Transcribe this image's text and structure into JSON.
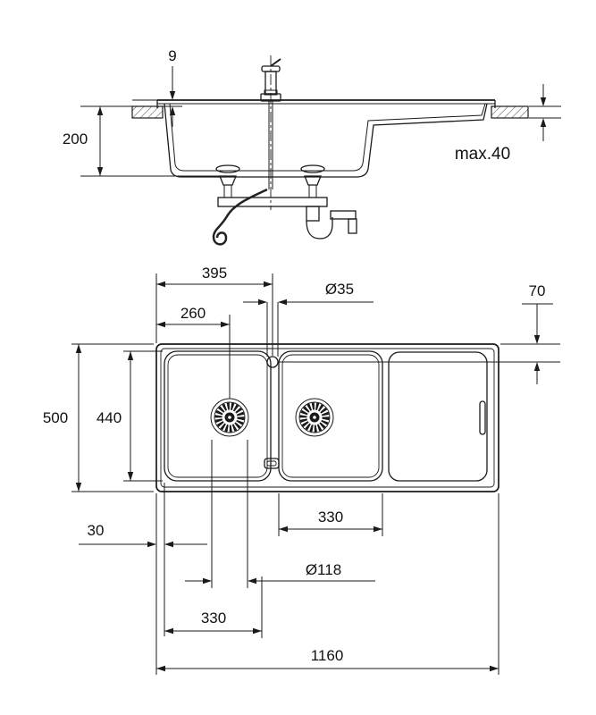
{
  "drawing": {
    "section_view": {
      "dim_rim_height": "9",
      "dim_install_depth": "200",
      "dim_counter_thickness": "max.40"
    },
    "plan_view": {
      "dim_faucet_from_left": "395",
      "dim_faucet_hole_diameter": "Ø35",
      "dim_faucet_from_rear": "70",
      "dim_drain_from_left": "260",
      "dim_total_depth": "500",
      "dim_bowl_depth": "440",
      "dim_right_bowl_width": "330",
      "dim_rim_width": "30",
      "dim_drain_diameter": "Ø118",
      "dim_left_bowl_width": "330",
      "dim_total_width": "1160"
    }
  }
}
